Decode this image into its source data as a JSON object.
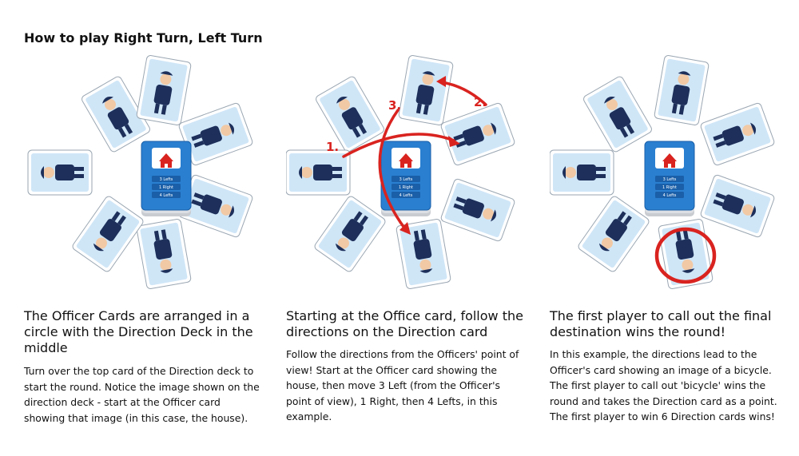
{
  "page": {
    "title": "How to play Right Turn, Left Turn"
  },
  "deck": {
    "lines": [
      "3 Lefts",
      "1 Right",
      "4 Lefts"
    ]
  },
  "annotations": [
    "1.",
    "2.",
    "3."
  ],
  "colors": {
    "card_blue": "#2a7fd0",
    "card_face": "#cfe6f7",
    "arrow_red": "#d9231f",
    "officer_navy": "#1d2f5a"
  },
  "panels": [
    {
      "heading": "The Officer Cards are arranged in a circle with the Direction Deck in the middle",
      "body": "Turn over the top card of the Direction deck to start the round. Notice the image shown on the direction deck - start at the Officer card showing that image (in this case, the house)."
    },
    {
      "heading": "Starting at the Office card, follow the directions on the Direction card",
      "body": "Follow the directions from the Officers' point of view! Start at the Officer card showing the house, then move 3 Left (from the Officer's point of view), 1 Right, then 4 Lefts, in this example."
    },
    {
      "heading": "The first player to call out the final destination wins the round!",
      "body": "In this example, the directions lead to the Officer's card showing an image of a bicycle. The first player to call out 'bicycle' wins the round and takes the Direction card as a point. The first player to win 6 Direction cards wins!"
    }
  ]
}
